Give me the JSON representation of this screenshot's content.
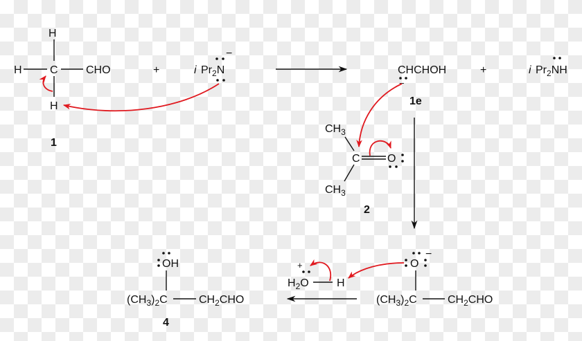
{
  "colors": {
    "text": "#111111",
    "electron_arrow": "#e0191f"
  },
  "reactant_1": {
    "top_h": "H",
    "left_h": "H",
    "carbon": "C",
    "substituent": "CHO",
    "bottom_h": "H",
    "label": "1"
  },
  "plus_1": "+",
  "base": {
    "formula_prefix": "i",
    "formula": "Pr2N",
    "charge": "−"
  },
  "enolate": {
    "formula": "CHCHOH",
    "charge": "−",
    "label": "1e"
  },
  "plus_2": "+",
  "amine": {
    "formula_prefix": "i",
    "formula": "Pr2NH"
  },
  "acetone": {
    "top": "CH3",
    "carbon": "C",
    "oxygen": "O",
    "bottom": "CH3",
    "label": "2"
  },
  "alkoxide": {
    "oxygen": "O",
    "charge": "−",
    "left": "(CH3)2C",
    "right": "CH2CHO"
  },
  "hydronium": {
    "water": "H2O",
    "hydrogen": "H",
    "charge": "+"
  },
  "product": {
    "top": "OH",
    "left": "(CH3)2C",
    "right": "CH2CHO",
    "label": "4"
  }
}
